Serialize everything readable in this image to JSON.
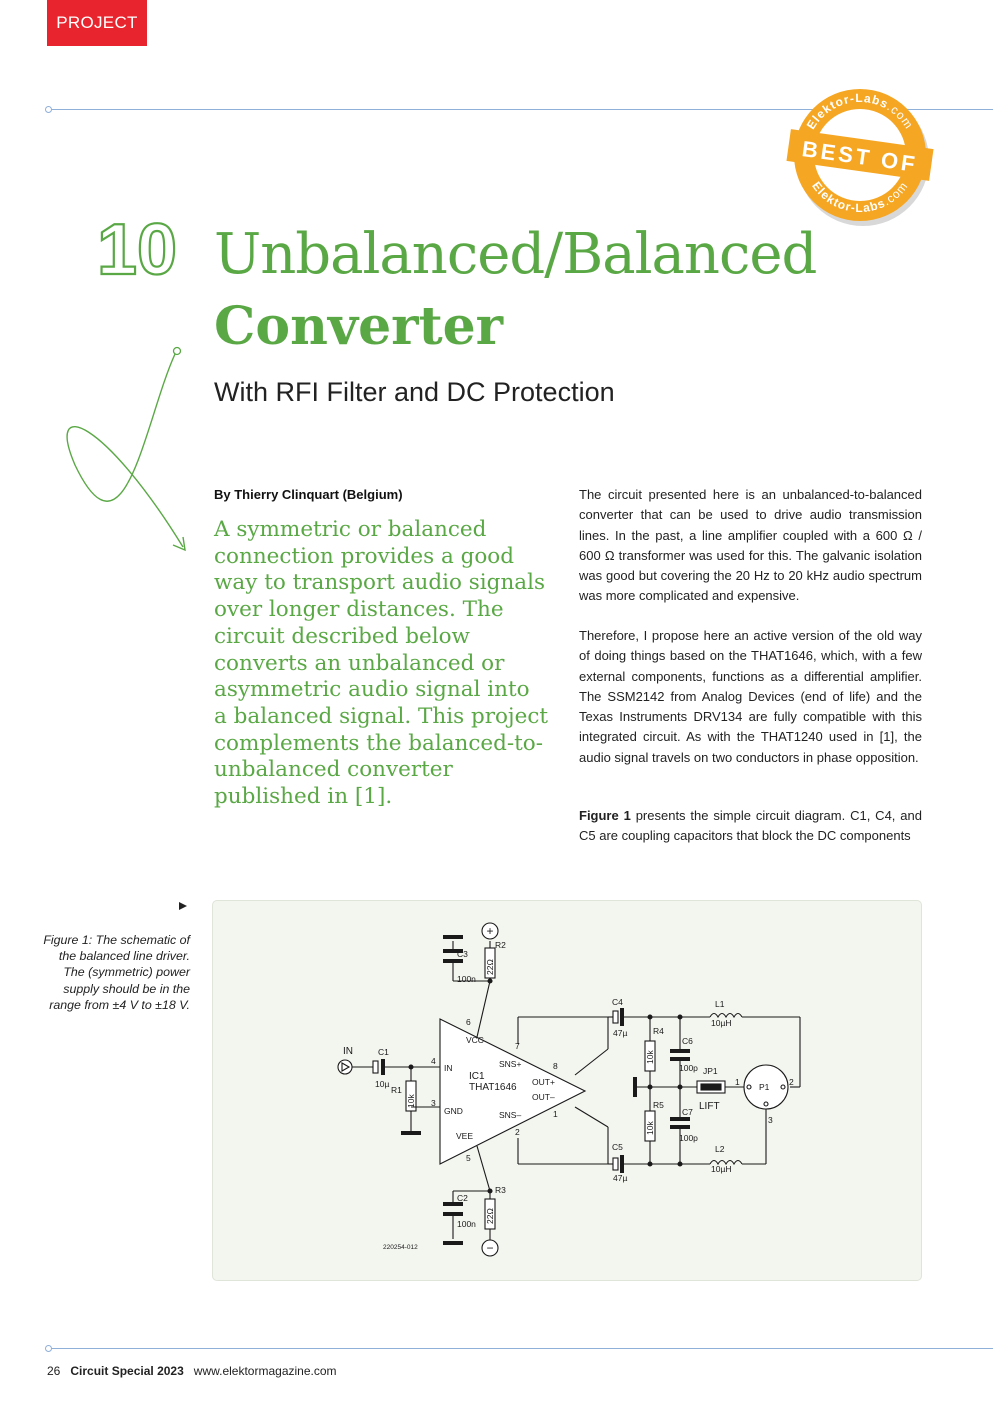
{
  "header": {
    "section": "PROJECT"
  },
  "badge": {
    "top": "Elektor-Labs",
    "top_suffix": ".com",
    "middle": "BEST OF",
    "bottom": "Elektor-Labs",
    "bottom_suffix": ".com"
  },
  "article": {
    "number": "10",
    "title_line1": "Unbalanced/Balanced",
    "title_line2": "Converter",
    "subtitle": "With RFI Filter and DC Protection",
    "byline": "By Thierry Clinquart (Belgium)",
    "lead": "A symmetric or balanced connection provides a good way to transport audio signals over longer distances. The circuit described below converts an unbalanced or asymmetric audio signal into a balanced signal. This project complements the balanced-to-unbalanced converter published in [1].",
    "para1": "The circuit presented here is an unbalanced-to-balanced converter that can be used to drive audio transmission lines. In the past, a line amplifier coupled with a 600 Ω / 600 Ω transformer was used for this. The galvanic isolation was good but covering the 20 Hz to 20 kHz audio spectrum was more complicated and expensive.",
    "para2": "Therefore, I propose here an active version of the old way of doing things based on the THAT1646, which, with a few external components, functions as a differential amplifier. The SSM2142 from Analog Devices (end of life) and the Texas Instruments DRV134 are fully compatible with this integrated circuit. As with the THAT1240 used in [1], the audio signal travels on two conductors in phase opposition.",
    "para3_bold": "Figure 1",
    "para3_rest": " presents the simple circuit diagram. C1, C4, and C5 are coupling capacitors that block the DC components"
  },
  "figure": {
    "caption": "Figure 1: The schematic of the balanced line driver. The (symmetric) power supply should be in the range from ±4 V to ±18 V.",
    "ic_ref": "IC1",
    "ic_part": "THAT1646",
    "pin_vcc": "VCC",
    "pin_in": "IN",
    "pin_gnd": "GND",
    "pin_vee": "VEE",
    "pin_snsp": "SNS+",
    "pin_outp": "OUT+",
    "pin_outm": "OUT–",
    "pin_snsm": "SNS–",
    "pin6": "6",
    "pin4": "4",
    "pin3": "3",
    "pin5": "5",
    "pin7": "7",
    "pin8": "8",
    "pin1": "1",
    "pin2": "2",
    "in_label": "IN",
    "c1": "C1",
    "c1_val": "10µ",
    "r1": "R1",
    "r1_val": "10k",
    "c3": "C3",
    "c3_val": "100n",
    "r2": "R2",
    "r2_val": "22Ω",
    "c2": "C2",
    "c2_val": "100n",
    "r3": "R3",
    "r3_val": "22Ω",
    "c4": "C4",
    "c4_val": "47µ",
    "c5": "C5",
    "c5_val": "47µ",
    "r4": "R4",
    "r4_val": "10k",
    "r5": "R5",
    "r5_val": "10k",
    "c6": "C6",
    "c6_val": "100p",
    "c7": "C7",
    "c7_val": "100p",
    "l1": "L1",
    "l1_val": "10µH",
    "l2": "L2",
    "l2_val": "10µH",
    "jp1": "JP1",
    "jp1_label": "LIFT",
    "p1": "P1",
    "p1_pin1": "1",
    "p1_pin2": "2",
    "p1_pin3": "3",
    "plus": "+",
    "minus": "−",
    "code": "220254-012"
  },
  "footer": {
    "page": "26",
    "magazine": "Circuit Special 2023",
    "url": "www.elektormagazine.com"
  },
  "colors": {
    "accent_green": "#5aa845",
    "tag_red": "#e8252e",
    "badge_orange": "#f5a623",
    "rule_blue": "#8fb0d8"
  }
}
